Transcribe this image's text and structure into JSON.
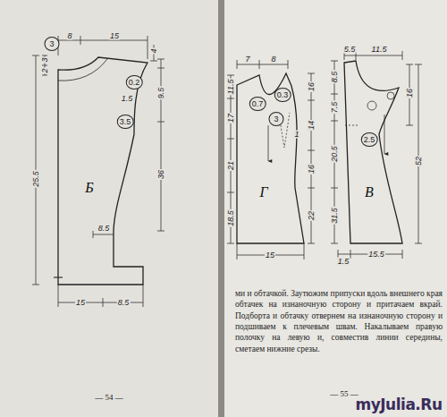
{
  "diagram": {
    "nodes": [
      {
        "text": [
          "Б"
        ]
      },
      {
        "text": [
          "Г"
        ]
      },
      {
        "text": [
          "В"
        ]
      }
    ],
    "labels": [
      "3",
      "8",
      "15",
      "3",
      "2",
      "0.2",
      "1.5",
      "9.5",
      "4",
      "36",
      "3.5",
      "8.5",
      "25.5",
      "15",
      "8.5",
      "— 54 —",
      "7",
      "8",
      "11.5",
      "17",
      "21",
      "18.5",
      "0.7",
      "0.3",
      "3",
      "16",
      "1",
      "14",
      "16",
      "22",
      "15",
      "5.5",
      "11.5",
      "8.5",
      "7.5",
      "20.5",
      "31.5",
      "2.5",
      "16",
      "52",
      "1.5",
      "15.5",
      "ми и обтачкой. Заутюжим припуски вдоль внешнего края обтачек на изнаночную сторону и притачаем вкрай. Подборта и обтачку отвернем на изнаночную сторону и подшиваем к плечевым швам. Накалываем правую полочку на левую и, совместив линии середины, сметаем нижние срезы.",
      "— 55 —",
      "myJulia.Ru"
    ]
  }
}
